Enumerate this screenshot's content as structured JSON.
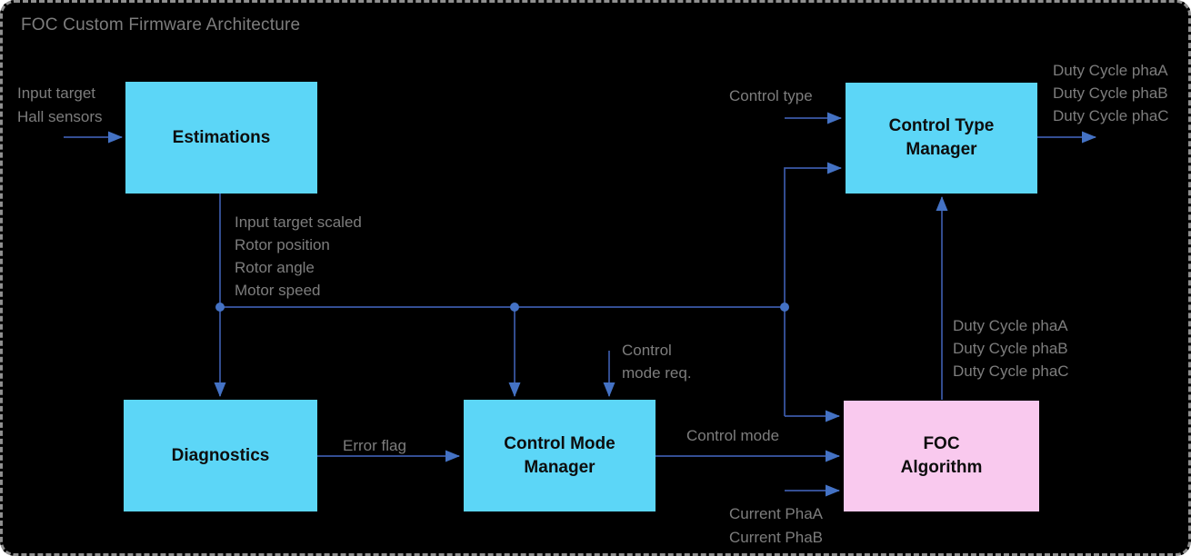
{
  "title": "FOC Custom Firmware Architecture",
  "colors": {
    "background": "#000000",
    "border": "#8f8f8f",
    "box_cyan": "#5cd6f7",
    "box_pink": "#f9c9ee",
    "line": "#3b5aa8",
    "arrow": "#4472c4",
    "label": "#7d7d7d",
    "box_text": "#0d0d0d"
  },
  "blocks": {
    "estimations": {
      "label": "Estimations",
      "color": "#5cd6f7"
    },
    "control_type_manager": {
      "label": "Control Type\nManager",
      "color": "#5cd6f7"
    },
    "diagnostics": {
      "label": "Diagnostics",
      "color": "#5cd6f7"
    },
    "control_mode_manager": {
      "label": "Control Mode\nManager",
      "color": "#5cd6f7"
    },
    "foc_algorithm": {
      "label": "FOC\nAlgorithm",
      "color": "#f9c9ee"
    }
  },
  "labels": {
    "inputs_left": "Input target\nHall sensors",
    "estimation_outputs": "Input target scaled\nRotor position\nRotor angle\nMotor speed",
    "control_type": "Control type",
    "duty_cycle_top": "Duty Cycle phaA\nDuty Cycle phaB\nDuty Cycle phaC",
    "duty_cycle_mid": "Duty Cycle phaA\nDuty Cycle phaB\nDuty Cycle phaC",
    "control_mode_req": "Control\nmode req.",
    "error_flag": "Error flag",
    "control_mode": "Control mode",
    "currents": "Current PhaA\nCurrent PhaB"
  }
}
